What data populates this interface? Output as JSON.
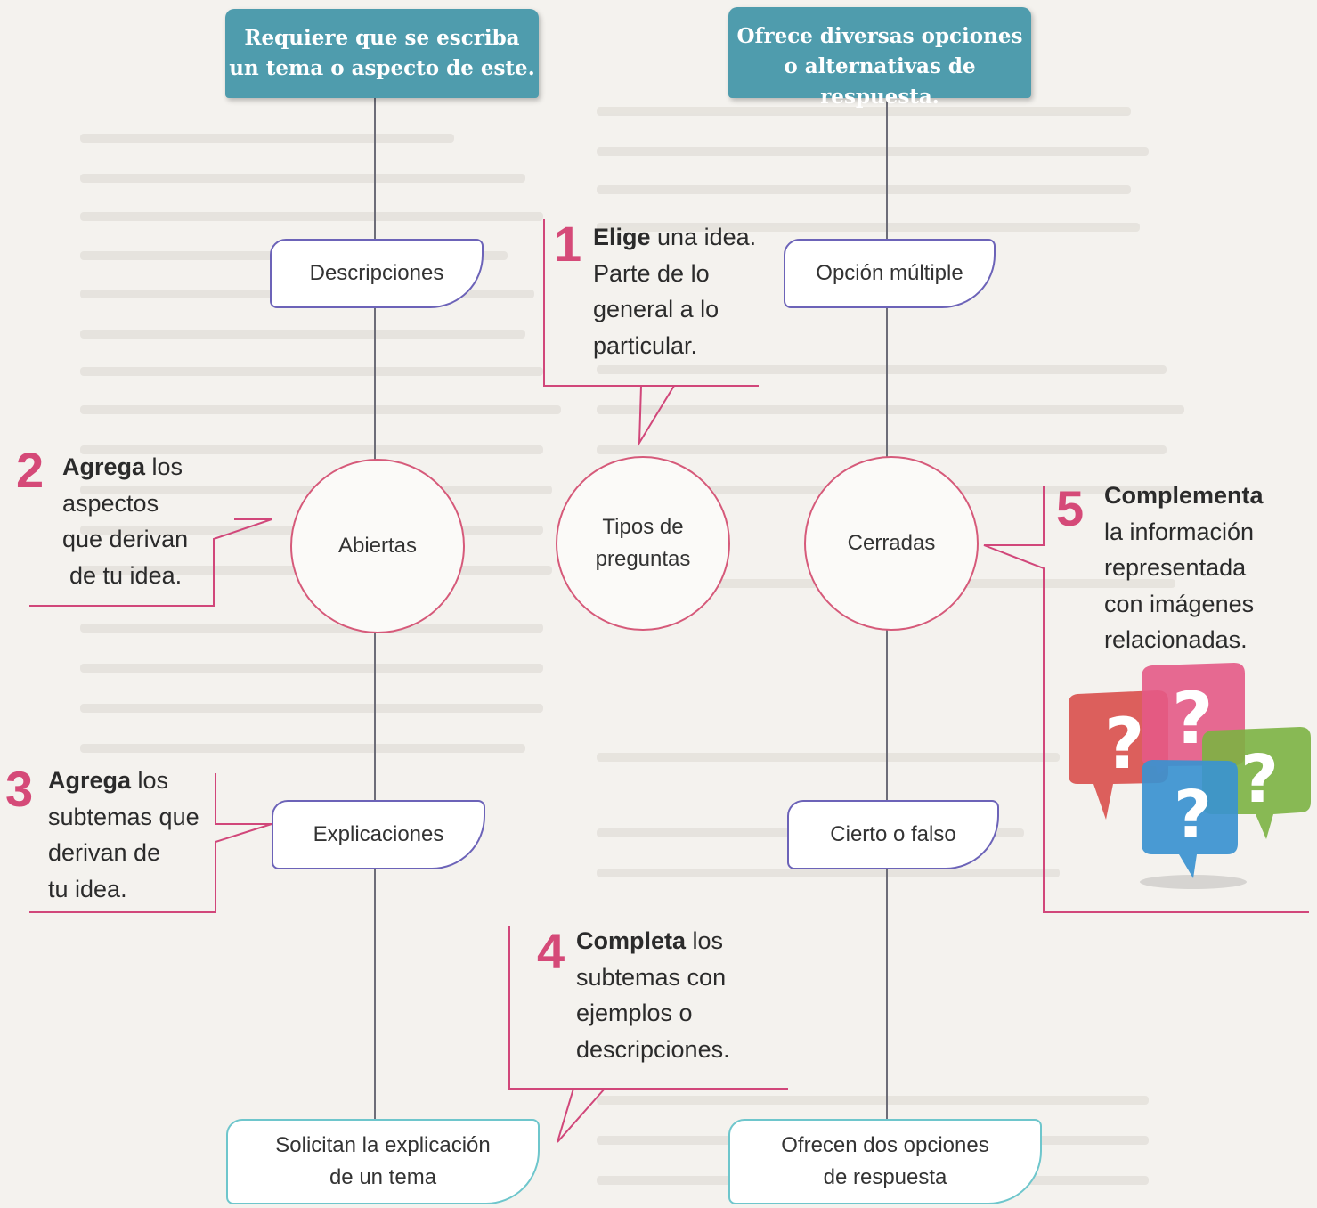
{
  "header_banners": {
    "left": [
      "Requiere que se escriba",
      "un tema o aspecto de este."
    ],
    "right": [
      "Ofrece diversas opciones",
      "o alternativas de respuesta."
    ]
  },
  "center_node": [
    "Tipos de",
    "preguntas"
  ],
  "left_branch": {
    "circle": "Abiertas",
    "top_tag": "Descripciones",
    "middle_tag": "Explicaciones",
    "bottom_tag": [
      "Solicitan la explicación",
      "de un tema"
    ]
  },
  "right_branch": {
    "circle": "Cerradas",
    "top_tag": "Opción múltiple",
    "middle_tag": "Cierto o falso",
    "bottom_tag": [
      "Ofrecen dos opciones",
      "de respuesta"
    ]
  },
  "steps": [
    {
      "number": "1",
      "bold": "Elige",
      "lines": [
        " una idea.",
        "Parte de lo",
        "general a lo",
        "particular."
      ]
    },
    {
      "number": "2",
      "bold": "Agrega",
      "lines": [
        " los",
        "aspectos",
        "que derivan",
        "de tu idea."
      ]
    },
    {
      "number": "3",
      "bold": "Agrega",
      "lines": [
        " los",
        "subtemas que",
        "derivan de",
        "tu idea."
      ]
    },
    {
      "number": "4",
      "bold": "Completa",
      "lines": [
        " los",
        "subtemas con",
        "ejemplos o",
        "descripciones."
      ]
    },
    {
      "number": "5",
      "bold": "Complementa",
      "lines": [
        "",
        "la información",
        "representada",
        "con imágenes",
        "relacionadas."
      ]
    }
  ],
  "colors": {
    "banner": "#4f9cad",
    "purple_tag": "#6c63b8",
    "teal_tag": "#6ec6cc",
    "circle": "#d65a7a",
    "step_number": "#d54a78",
    "bubbles": [
      "#d9534f",
      "#e45a86",
      "#3a93d0",
      "#7cb342"
    ]
  },
  "icon": "question-bubbles-icon"
}
